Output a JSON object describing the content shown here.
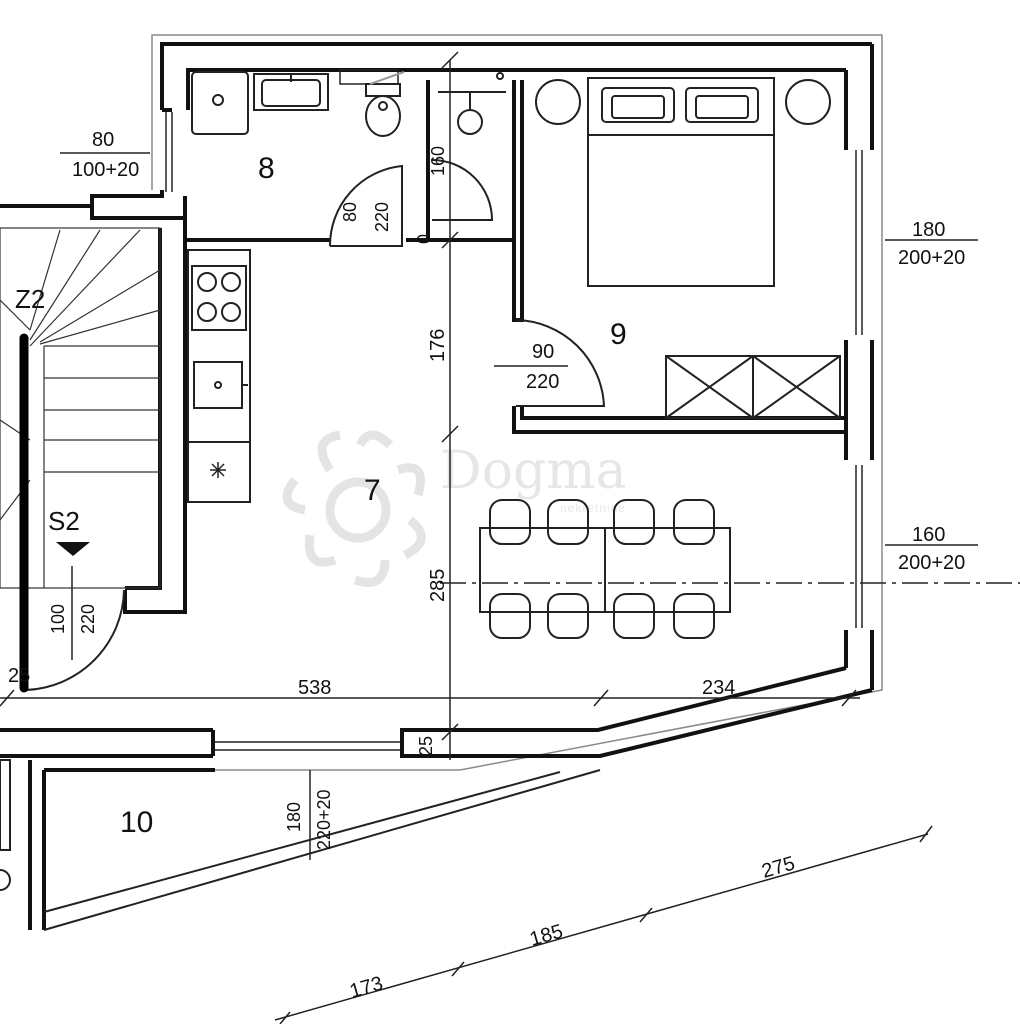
{
  "rooms": {
    "r7": "7",
    "r8": "8",
    "r9": "9",
    "r10": "10"
  },
  "stair": {
    "z2": "Z2",
    "s2": "S2"
  },
  "windows": {
    "top_left_w": "80",
    "top_left_h": "100+20",
    "right_top_w": "180",
    "right_top_h": "200+20",
    "right_mid_w": "160",
    "right_mid_h": "200+20",
    "bottom_w": "180",
    "bottom_h": "220+20"
  },
  "doors": {
    "bath_w": "80",
    "bath_h": "220",
    "shower_w": "160",
    "shower_h": "0",
    "bed_w": "90",
    "bed_h": "220",
    "entry_w": "100",
    "entry_h": "220"
  },
  "dimensions": {
    "d176": "176",
    "d285": "285",
    "d538": "538",
    "d234": "234",
    "d25a": "25",
    "d25b": "25",
    "d173": "173",
    "d185": "185",
    "d275": "275"
  },
  "watermark": {
    "name": "Dogma",
    "sub": "nekretnine"
  }
}
